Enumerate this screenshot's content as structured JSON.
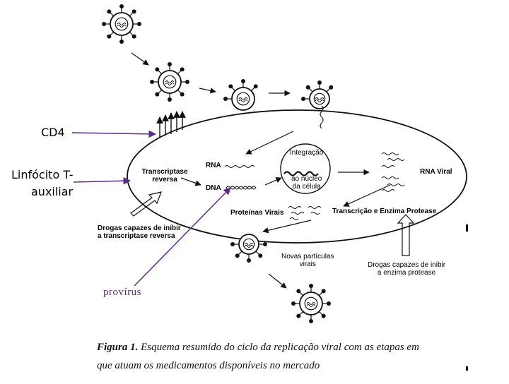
{
  "labels": {
    "cd4": "CD4",
    "lymphocyte_line1": "Linfócito T-",
    "lymphocyte_line2": "auxiliar",
    "provirus": "provírus",
    "transcriptase_line1": "Transcriptase",
    "transcriptase_line2": "reversa",
    "rna": "RNA",
    "dna": "DNA",
    "integracao": "Integração",
    "nucleo_line1": "ao núcleo",
    "nucleo_line2": "da célula",
    "rna_viral": "RNA Viral",
    "proteinas_virais": "Proteínas Virais",
    "transcricao": "Transcrição e Enzima Protease",
    "drogas_rt_line1": "Drogas capazes de inibir",
    "drogas_rt_line2": "a transcriptase reversa",
    "novas_line1": "Novas partículas",
    "novas_line2": "virais",
    "drogas_prot_line1": "Drogas capazes de inibir",
    "drogas_prot_line2": "a enzima protease"
  },
  "caption": {
    "bold_part": "Figura 1.",
    "line1_rest": " Esquema resumido do ciclo da replicação viral com as etapas em",
    "line2": "que atuam os medicamentos disponíveis no mercado"
  },
  "colors": {
    "pointer": "#5b2a86",
    "ink": "#111111"
  }
}
